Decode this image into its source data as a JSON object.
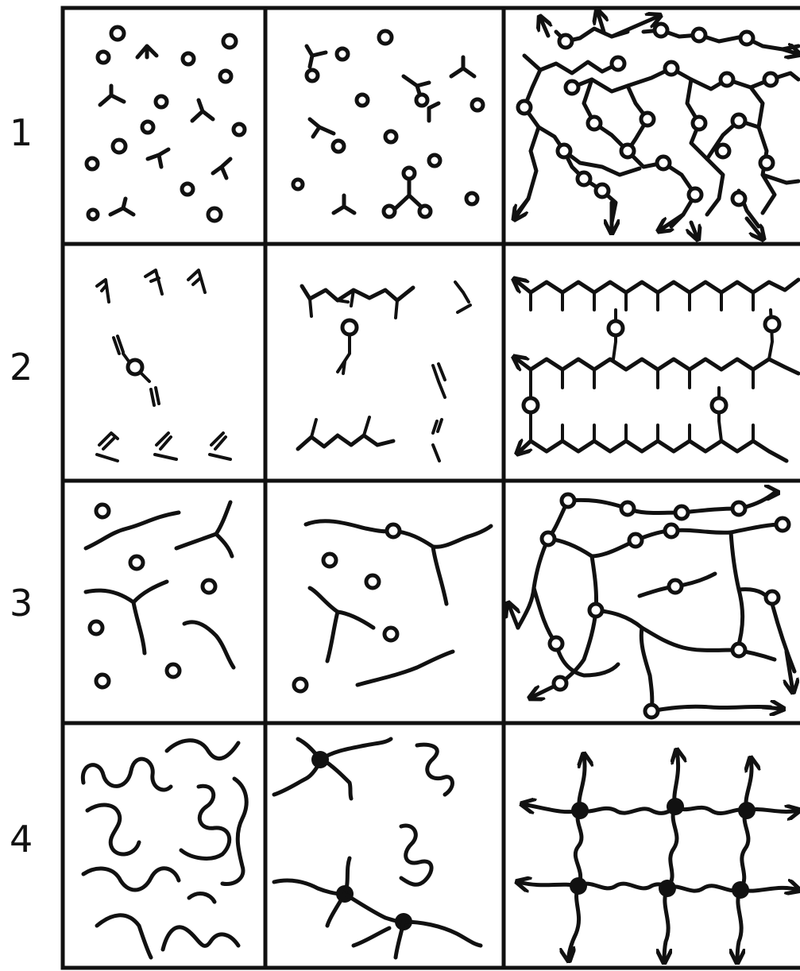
{
  "rows": [
    {
      "label": "1"
    },
    {
      "label": "2"
    },
    {
      "label": "3"
    },
    {
      "label": "4"
    }
  ],
  "colors": {
    "ink": "#111111",
    "background": "#ffffff"
  }
}
